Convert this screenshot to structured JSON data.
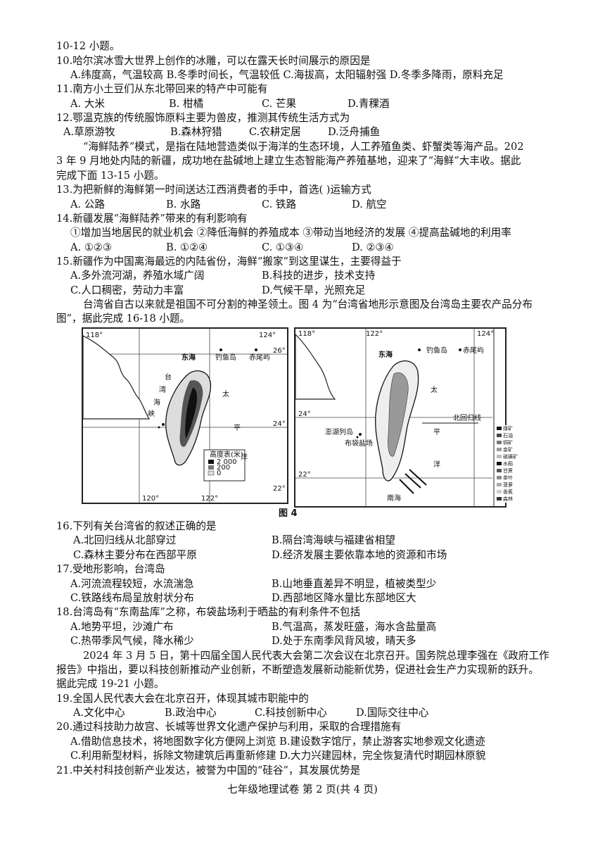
{
  "lines": [
    "10-12 小题。",
    "10.哈尔滨冰雪大世界上创作的冰雕，可以在露天长时间展示的原因是",
    "A.纬度高，气温较高 B.冬季时间长，气温较低 C.海拔高，太阳辐射强 D.冬季多降雨，原料充足",
    "11.南方小土豆们从东北带回来的特产中可能有",
    "12.鄂温克族的传统服饰原料主要为兽皮，推测其传统生活方式为",
    "“海鲜陆养”模式，是指在陆地营造类似于海洋的生态环境，人工养殖鱼类、虾蟹类等海产品。202",
    "3 年 9 月地处内陆的新疆，成功地在盐碱地上建立生态智能海产养殖基地，迎来了“海鲜”大丰收。据此",
    "完成下面 13-15 小题。",
    "13.为把新鲜的海鲜第一时间送达江西消费者的手中，首选(      )运输方式",
    "14.新疆发展“海鲜陆养”带来的有利影响有",
    "①增加当地居民的就业机会 ②降低海鲜的养殖成本 ③带动当地经济的发展 ④提高盐碱地的利用率",
    "15.新疆作为中国离海最远的内陆省份，海鲜“搬家”到这里谋生，主要得益于",
    "台湾省自古以来就是祖国不可分割的神圣领土。图 4 为“台湾省地形示意图及台湾岛主要农产品分布",
    "图”，据此完成 16-18 小题。",
    "16.下列有关台湾省的叙述正确的是",
    "17.受地形影响，台湾岛",
    "18.台湾岛有“东南盐库”之称，布袋盐场利于晒盐的有利条件不包括",
    "2024 年 3 月 5 日，第十四届全国人民代表大会第二次会议在北京召开。国务院总理李强在《政府工作",
    "报告》中指出，要以科技创新推动产业创新，不断塑造发展新动能新优势，促进社会生产力实现新的跃升。",
    "据此完成 19-21 小题。",
    "19.全国人民代表大会在北京召开，体现其城市职能中的",
    "20.通过科技助力故宫、长城等世界文化遗产保护与利用，采取的合理措施有",
    "A.借助信息技术，将地图数字化方便网上浏览 B.建设数字馆厅，禁止游客实地参观文化遗迹",
    "C.利用新型材料，拆除文物建筑后再重新修建 D.大力兴建园林，完全恢复清代时期园林原貌",
    "21.中关村科技创新产业发达，被誉为中国的“硅谷”，其发展优势是"
  ],
  "opts": {
    "q11": [
      "A.  大米",
      "B.  柑橘",
      "C.  芒果",
      "D.青稞酒"
    ],
    "q12": [
      "A.草原游牧",
      "B.森林狩猎",
      "C.农耕定居",
      "D.泛舟捕鱼"
    ],
    "q13": [
      "A.  公路",
      "B.  水路",
      "C.  铁路",
      "D.  航空"
    ],
    "q14": [
      "A.  ①②③",
      "B.  ①②④",
      "C.  ①③④",
      "D.  ②③④"
    ],
    "q15": [
      "A.多外流河湖，养殖水域广阔",
      "B.科技的进步，技术支持",
      "C.人口稠密，劳动力丰富",
      "D.气候干旱，光照充足"
    ],
    "q16": [
      "A.北回归线从北部穿过",
      "B.隔台湾海峡与福建省相望",
      "C.森林主要分布在西部平原",
      "D.经济发展主要依靠本地的资源和市场"
    ],
    "q17": [
      "A.河流流程较短，水流湍急",
      "B.山地垂直差异不明显，植被类型少",
      "C.铁路线布局呈放射状分布",
      "D.西部地区降水量比东部地区大"
    ],
    "q18": [
      "A.地势平坦，沙滩广布",
      "B.气温高，蒸发旺盛，海水含盐量高",
      "C.热带季风气候，降水稀少",
      "D.处于东南季风背风坡，晴天多"
    ],
    "q19": [
      "A.文化中心",
      "B.政治中心",
      "C.科技创新中心",
      "D.国际交往中心"
    ]
  },
  "map1": {
    "lon": [
      "118°",
      "120°",
      "122°",
      "124°"
    ],
    "lat": [
      "26°",
      "24°",
      "22°"
    ],
    "labels": [
      "东海",
      "钓鱼岛",
      "赤尾屿",
      "台",
      "湾",
      "海",
      "峡",
      "太",
      "平",
      "洋"
    ],
    "legend_title": "高度表(米)",
    "legend_values": [
      "2 000",
      "200",
      "0"
    ]
  },
  "map2": {
    "lon": [
      "118°",
      "122°",
      "124°"
    ],
    "lat": [
      "24°",
      "22°"
    ],
    "labels": [
      "东海",
      "钓鱼岛",
      "赤尾屿",
      "澎湖列岛",
      "布袋盐场",
      "太",
      "平",
      "洋",
      "北回归线",
      "南海"
    ],
    "legend": [
      "煤矿",
      "石油",
      "铜矿",
      "金矿",
      "硫磺矿",
      "水稻",
      "甘蔗",
      "茶叶",
      "菠萝",
      "香蕉",
      "森林"
    ]
  },
  "figure_caption": "图 4",
  "footer": "七年级地理试卷  第 2 页(共 4 页)"
}
